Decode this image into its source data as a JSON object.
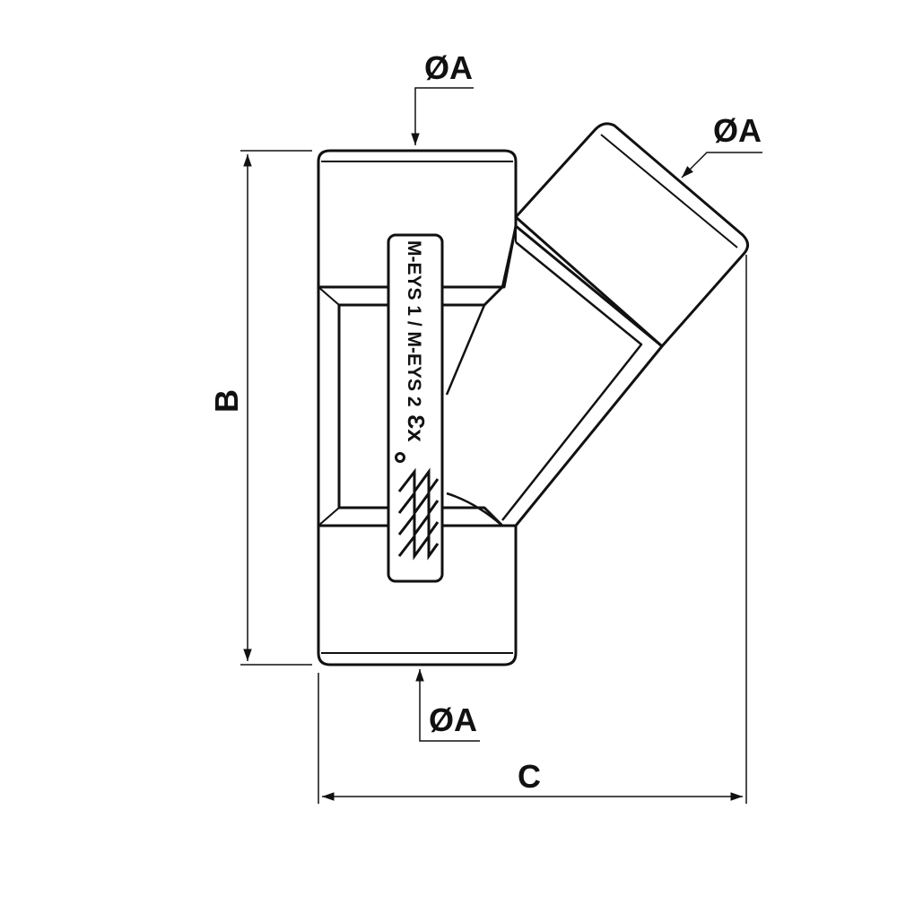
{
  "dimensions": {
    "top_diameter": "ØA",
    "branch_diameter": "ØA",
    "bottom_diameter": "ØA",
    "height": "B",
    "width": "C"
  },
  "nameplate": {
    "ex_mark": "Ɛx",
    "model": "M-EYS 1 / M-EYS 2"
  },
  "colors": {
    "line": "#111111",
    "background": "#ffffff"
  }
}
